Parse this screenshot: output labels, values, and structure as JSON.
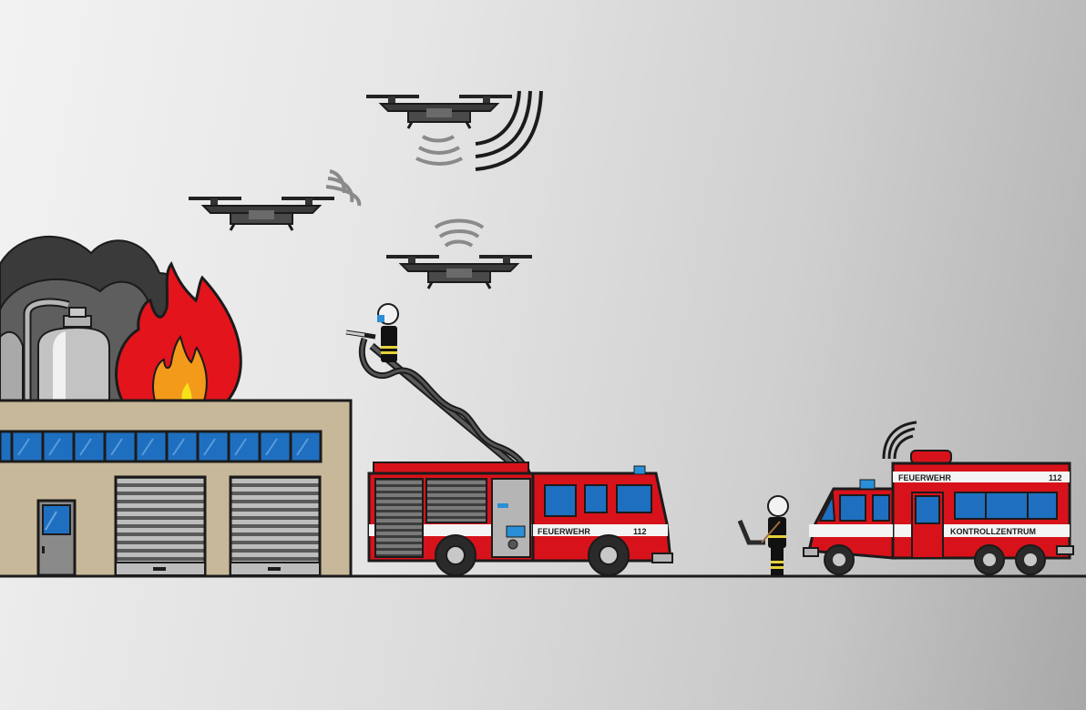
{
  "scene": {
    "description": "Illustration of drones supporting firefighters at an industrial fire",
    "colors": {
      "fire_red": "#e3141b",
      "flame_orange": "#f39a1b",
      "flame_yellow": "#f7e21a",
      "smoke": "#3a3a3a",
      "building_wall": "#c8b89a",
      "window_blue": "#1f6fc0",
      "truck_red": "#d8121a",
      "outline": "#1b1b1b"
    }
  },
  "ladder_truck": {
    "label": "FEUERWEHR",
    "number": "112"
  },
  "control_vehicle": {
    "label": "FEUERWEHR",
    "number": "112",
    "role": "KONTROLLZENTRUM"
  },
  "drones": [
    {
      "id": "drone-top",
      "signal": "downward + side"
    },
    {
      "id": "drone-left",
      "signal": "side"
    },
    {
      "id": "drone-bottom",
      "signal": "upward"
    }
  ]
}
